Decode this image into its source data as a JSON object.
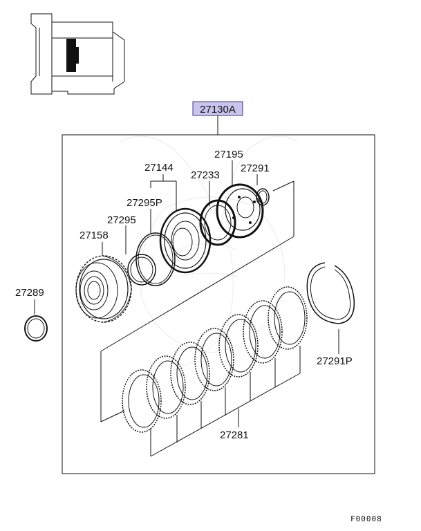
{
  "assembly": {
    "part_number": "27130A",
    "highlight_color": "#c8c4ee"
  },
  "parts": {
    "p27144": "27144",
    "p27195": "27195",
    "p27233": "27233",
    "p27291": "27291",
    "p27295P": "27295P",
    "p27295": "27295",
    "p27158": "27158",
    "p27289": "27289",
    "p27291P": "27291P",
    "p27281": "27281"
  },
  "figure_code": "F00008",
  "icons": {
    "locator": "transmission-outline-icon",
    "watermark": "brand-watermark-icon"
  }
}
